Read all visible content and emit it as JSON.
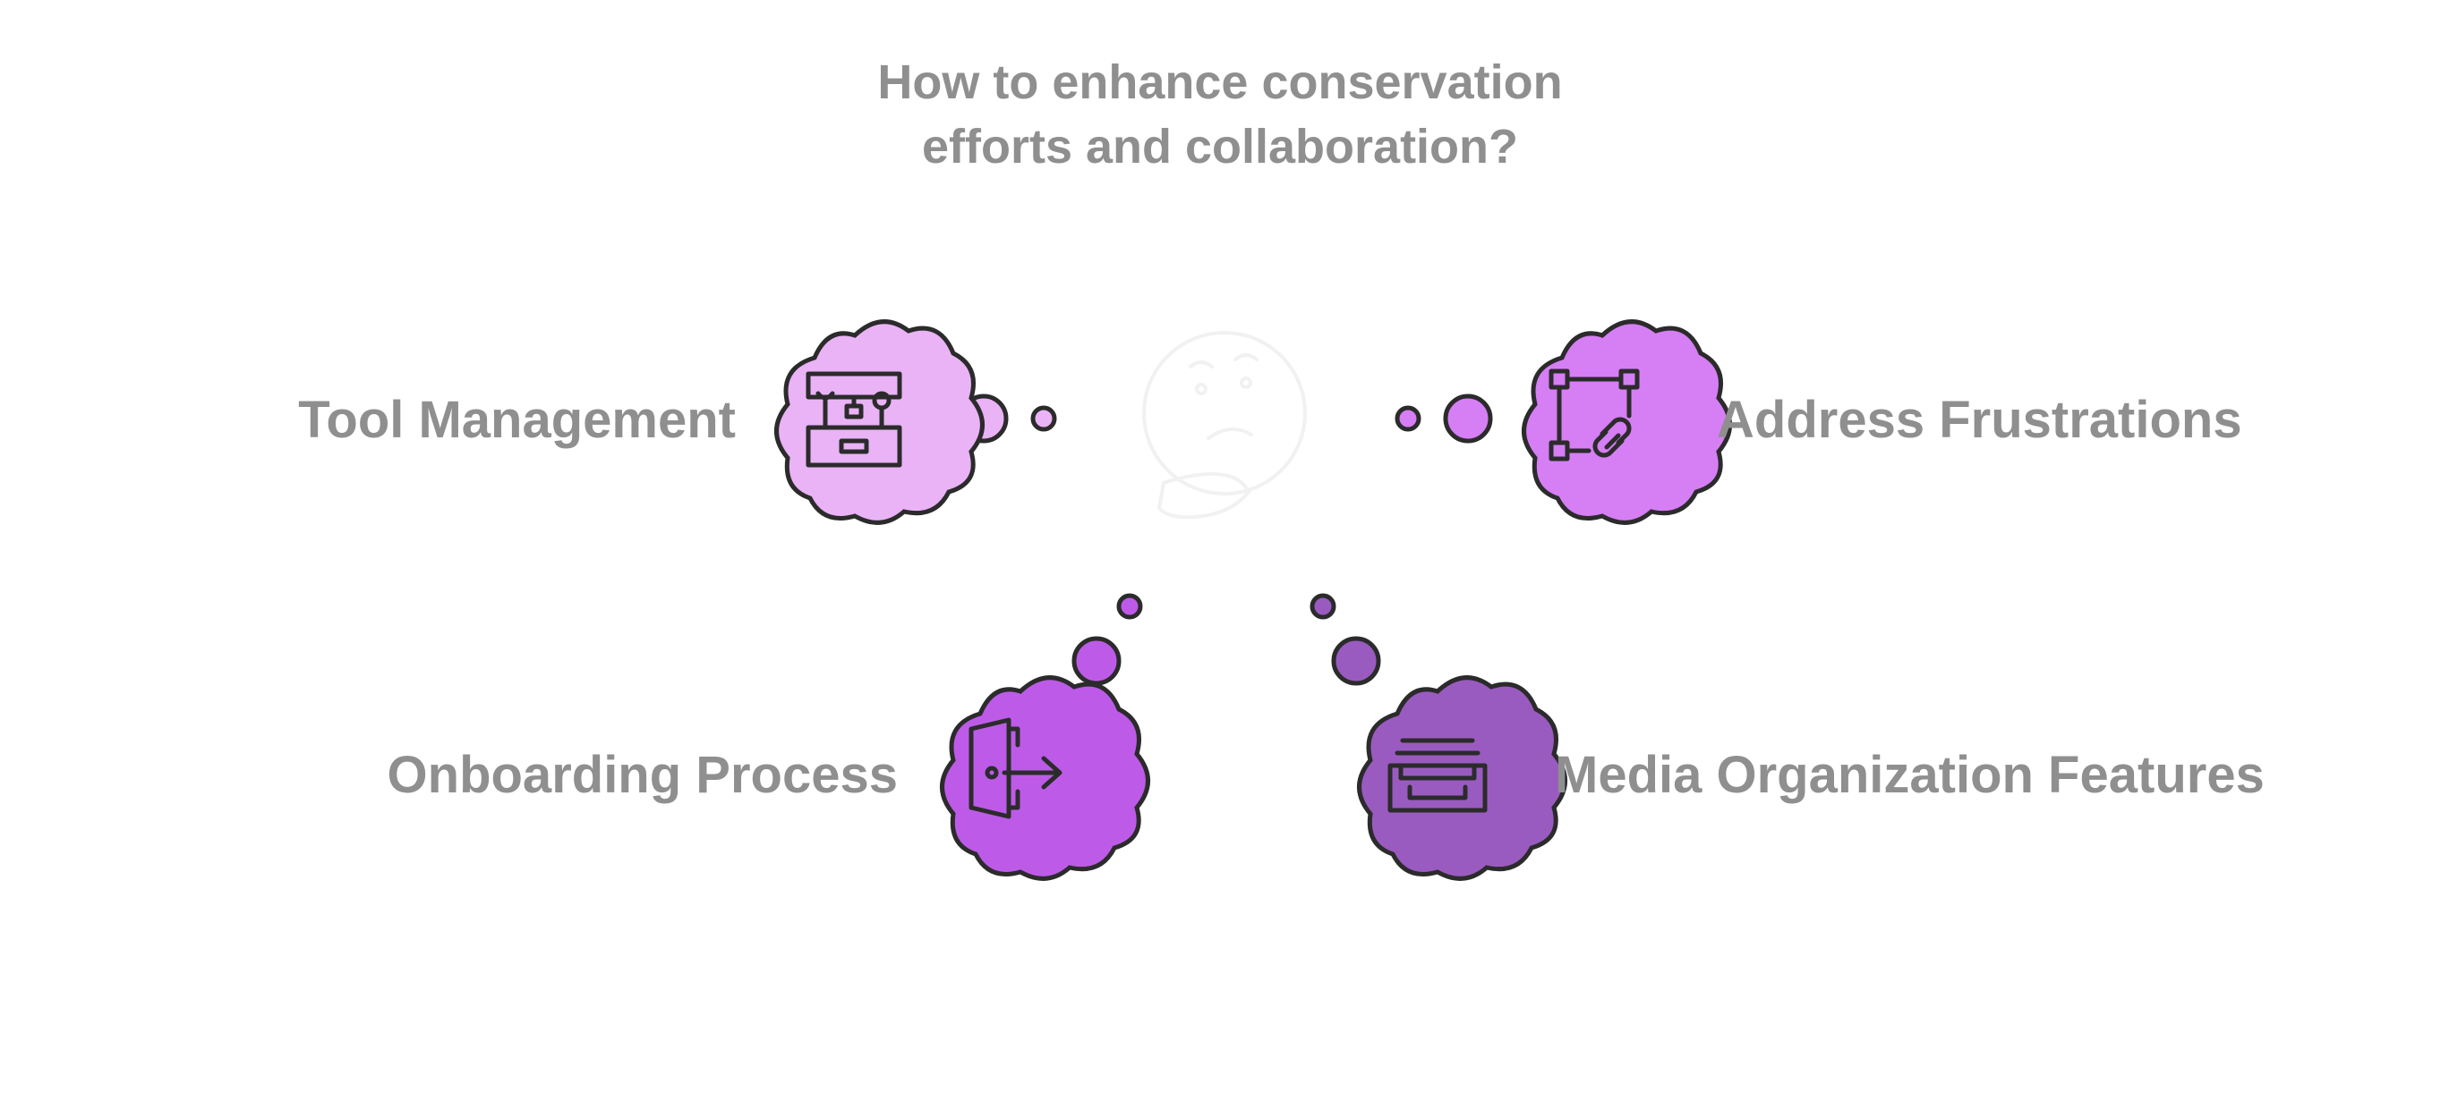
{
  "diagram": {
    "title_line1": "How to enhance conservation",
    "title_line2": "efforts and collaboration?",
    "center_icon": "thinking-face-icon",
    "nodes": [
      {
        "label": "Tool Management",
        "icon": "toolbox-icon",
        "color": "#e9b3f6"
      },
      {
        "label": "Address Frustrations",
        "icon": "link-frame-icon",
        "color": "#d67ef4"
      },
      {
        "label": "Onboarding Process",
        "icon": "exit-door-icon",
        "color": "#bd5be8"
      },
      {
        "label": "Media Organization Features",
        "icon": "inbox-tray-icon",
        "color": "#9a5bc0"
      }
    ]
  }
}
